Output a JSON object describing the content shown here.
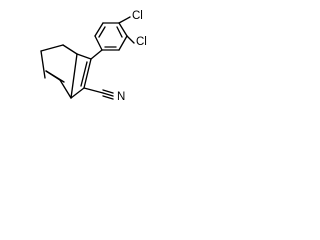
{
  "molecule": {
    "atoms": {
      "cl_top": "Cl",
      "cl_bottom": "Cl",
      "nitrogen": "N"
    }
  }
}
